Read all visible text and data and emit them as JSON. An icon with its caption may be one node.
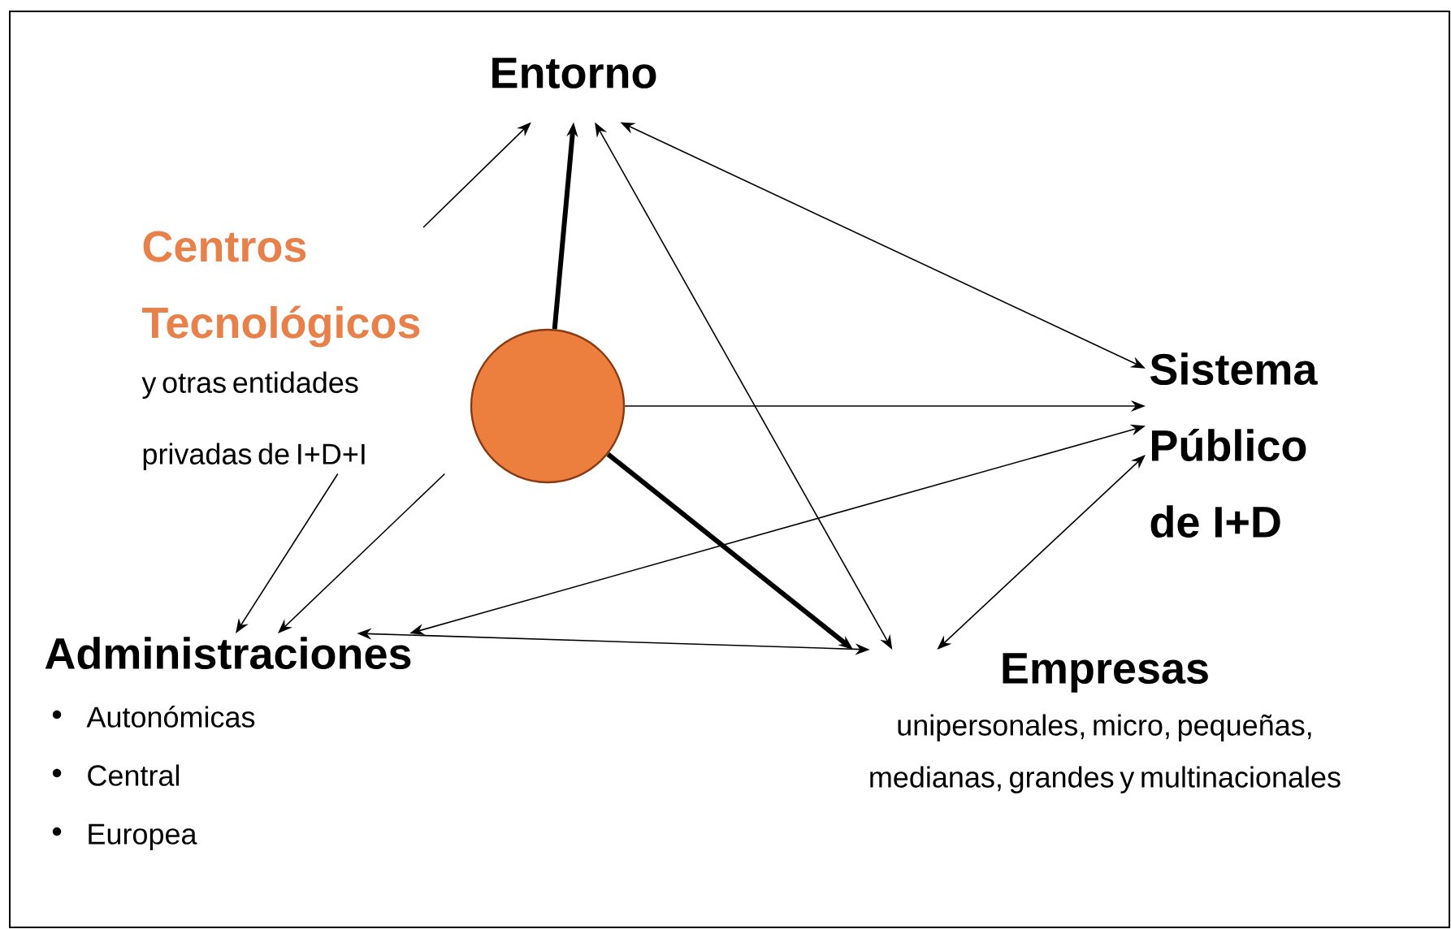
{
  "diagram": {
    "nodes": [
      {
        "text": [
          "Entorno"
        ]
      },
      {
        "text": [
          "Centros Tecnológicos",
          "y otras entidades privadas de I+D+I"
        ]
      },
      {
        "text": [],
        "shape": "circle"
      },
      {
        "text": [
          "Sistema Público de I+D"
        ]
      },
      {
        "text": [
          "Administraciones",
          "Autonómicas",
          "Central",
          "Europea"
        ]
      },
      {
        "text": [
          "Empresas",
          "unipersonales, micro, pequeñas, medianas, grandes y multinacionales"
        ]
      }
    ],
    "edges": [
      {
        "from": 1,
        "to": 0,
        "arrow": "to"
      },
      {
        "from": 2,
        "to": 0,
        "arrow": "to",
        "style": "thick"
      },
      {
        "from": 0,
        "to": 3,
        "arrow": "both"
      },
      {
        "from": 0,
        "to": 5,
        "arrow": "both"
      },
      {
        "from": 2,
        "to": 3,
        "arrow": "to"
      },
      {
        "from": 2,
        "to": 5,
        "arrow": "to",
        "style": "thick"
      },
      {
        "from": 1,
        "to": 4,
        "arrow": "to"
      },
      {
        "from": 1,
        "to": 4,
        "arrow": "to"
      },
      {
        "from": 4,
        "to": 3,
        "arrow": "both"
      },
      {
        "from": 4,
        "to": 5,
        "arrow": "both"
      },
      {
        "from": 5,
        "to": 3,
        "arrow": "both"
      }
    ]
  }
}
